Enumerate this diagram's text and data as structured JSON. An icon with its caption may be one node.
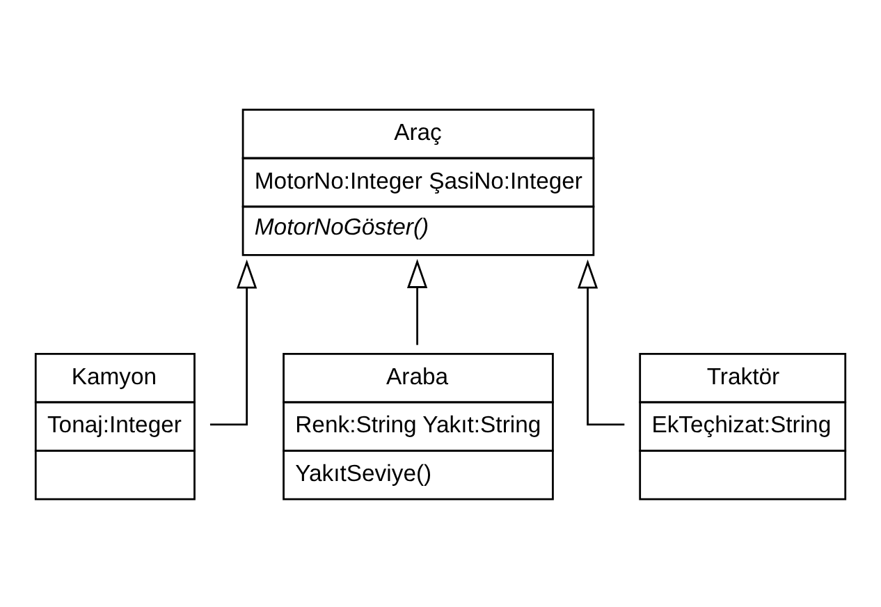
{
  "diagram": {
    "nodes": [
      {
        "text": [
          "Araç",
          "MotorNo:Integer ŞasiNo:Integer",
          "MotorNoGöster()"
        ]
      },
      {
        "text": [
          "Kamyon",
          "Tonaj:Integer"
        ]
      },
      {
        "text": [
          "Araba",
          "Renk:String Yakıt:String",
          "YakıtSeviye()"
        ]
      },
      {
        "text": [
          "Traktör",
          "EkTeçhizat:String"
        ]
      }
    ],
    "edges": [
      {
        "from": 1,
        "to": 0,
        "arrow": "to"
      },
      {
        "from": 2,
        "to": 0,
        "arrow": "to"
      },
      {
        "from": 3,
        "to": 0,
        "arrow": "to"
      }
    ]
  }
}
